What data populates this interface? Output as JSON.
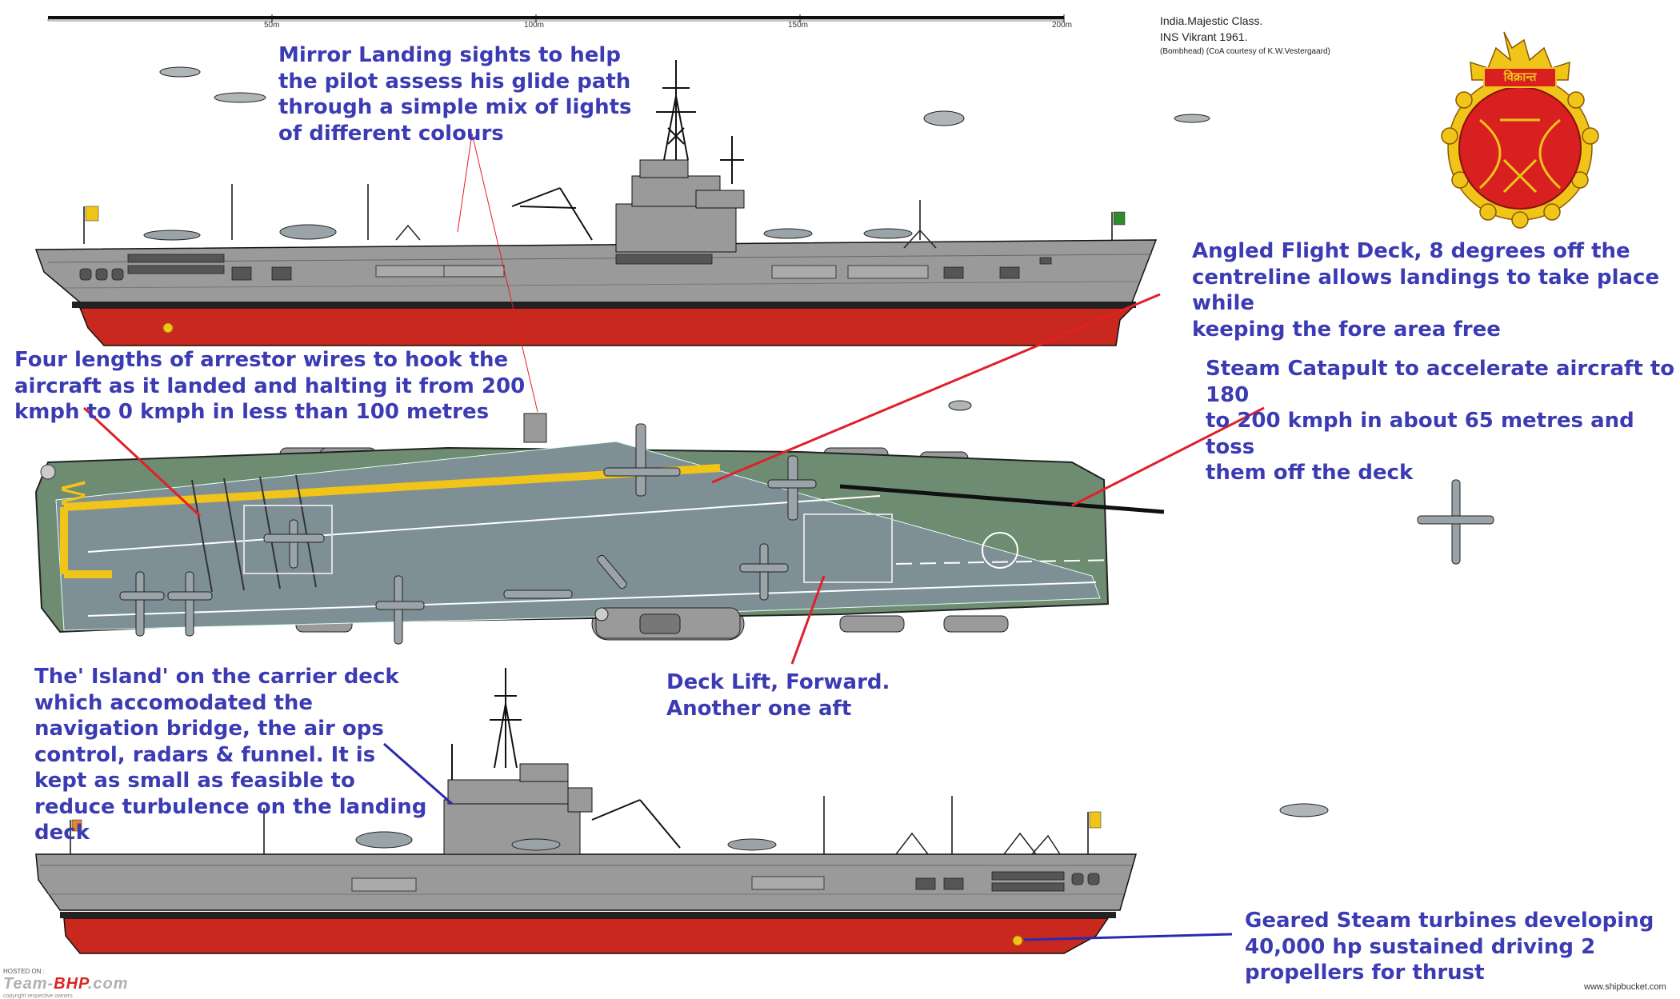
{
  "header": {
    "ship_class": "India.Majestic Class.",
    "ship_name": "INS Vikrant  1961.",
    "credit": "(Bombhead)  (CoA courtesy of  K.W.Vestergaard)"
  },
  "scale": {
    "labels": [
      "50m",
      "100m",
      "150m",
      "200m"
    ]
  },
  "crest": {
    "banner_text": "विक्रान्त"
  },
  "annotations": {
    "mirror": "Mirror Landing sights to help\nthe pilot assess his glide path\nthrough a simple mix of lights\nof different colours",
    "angled": "Angled Flight Deck, 8 degrees off the\ncentreline allows landings to take place while\nkeeping the fore area free",
    "arrestor": "Four lengths of arrestor wires to hook the\naircraft as it landed and halting it from 200\nkmph to 0 kmph in less than 100 metres",
    "catapult": "Steam Catapult to accelerate aircraft to 180\nto 200 kmph in about 65 metres and toss\nthem off the deck",
    "island": "The' Island' on the carrier deck\nwhich accomodated the\nnavigation bridge, the air ops\ncontrol, radars & funnel. It is\nkept as small as feasible to\nreduce turbulence on the landing\ndeck",
    "lift": "Deck Lift, Forward.\nAnother one aft",
    "turbines": "Geared Steam turbines developing\n40,000 hp sustained driving 2\npropellers for thrust"
  },
  "footer": {
    "watermark_hosted": "HOSTED ON :",
    "watermark_brand_a": "Team-",
    "watermark_brand_b": "BHP",
    "watermark_brand_c": ".com",
    "watermark_copy": "copyright respective owners",
    "source": "www.shipbucket.com"
  },
  "colors": {
    "hull_grey": "#9a9a9a",
    "hull_red": "#c8281e",
    "deck_green": "#6e8c72",
    "runway_grey": "#7f8f96",
    "deck_line_yellow": "#f0c419",
    "annotation_blue": "#3b3bb3",
    "pointer_red": "#e0202a",
    "pointer_blue": "#2a2ab0"
  }
}
